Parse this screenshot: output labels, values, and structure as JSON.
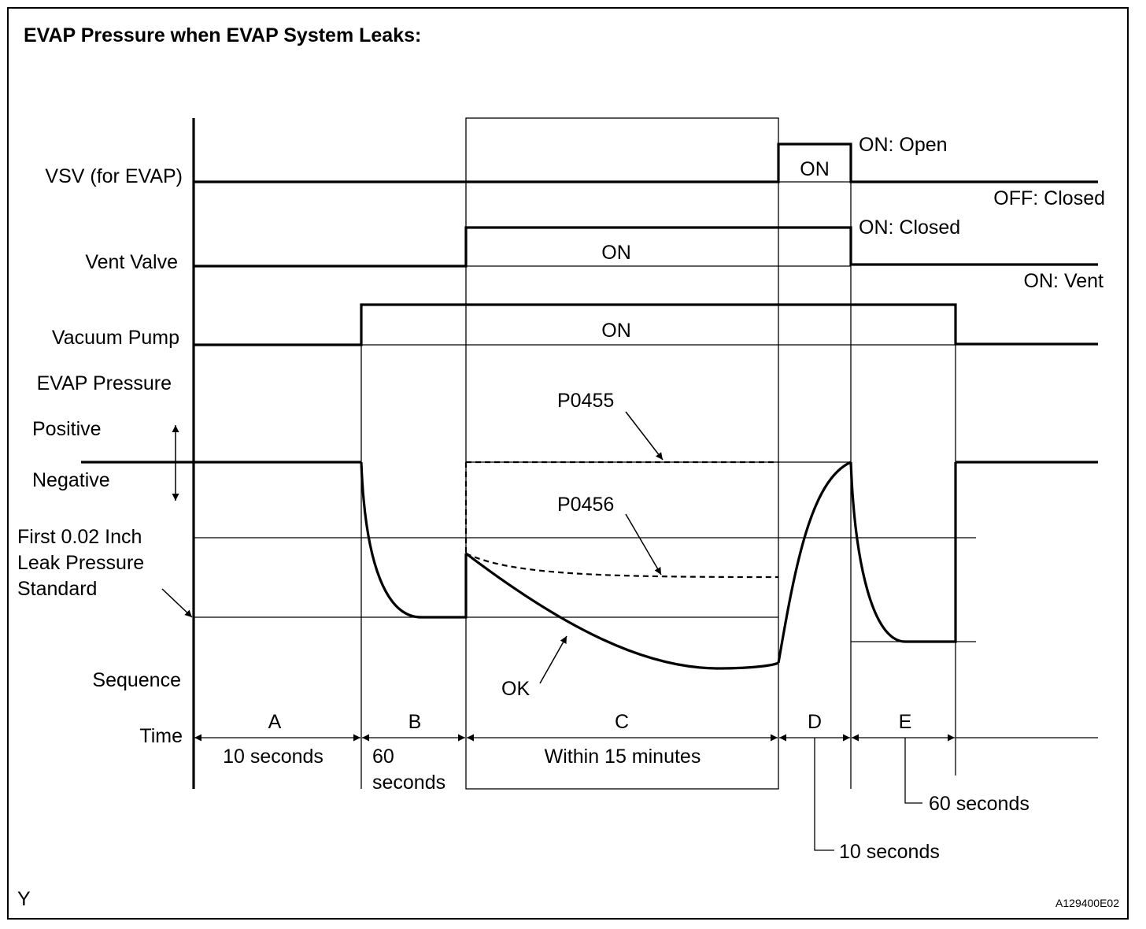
{
  "title": "EVAP Pressure when EVAP System Leaks:",
  "signals": {
    "vsv": "VSV (for EVAP)",
    "vent_valve": "Vent Valve",
    "vacuum_pump": "Vacuum Pump",
    "evap_pressure": "EVAP Pressure",
    "positive": "Positive",
    "negative": "Negative",
    "leak_standard": [
      "First 0.02 Inch",
      "Leak Pressure",
      "Standard"
    ],
    "sequence": "Sequence",
    "time": "Time"
  },
  "state_labels": {
    "vsv_on": "ON",
    "vsv_on_state": "ON: Open",
    "vsv_off_state": "OFF: Closed",
    "vent_on": "ON",
    "vent_on_state": "ON: Closed",
    "vent_off_state": "ON: Vent",
    "pump_on": "ON"
  },
  "curves": {
    "p0455": "P0455",
    "p0456": "P0456",
    "ok": "OK"
  },
  "sequence": [
    {
      "id": "A",
      "time": "10 seconds"
    },
    {
      "id": "B",
      "time": [
        "60",
        "seconds"
      ]
    },
    {
      "id": "C",
      "time": "Within 15 minutes"
    },
    {
      "id": "D",
      "time": "10 seconds"
    },
    {
      "id": "E",
      "time": "60 seconds"
    }
  ],
  "footer": {
    "corner_mark": "Y",
    "figure_id": "A129400E02"
  }
}
